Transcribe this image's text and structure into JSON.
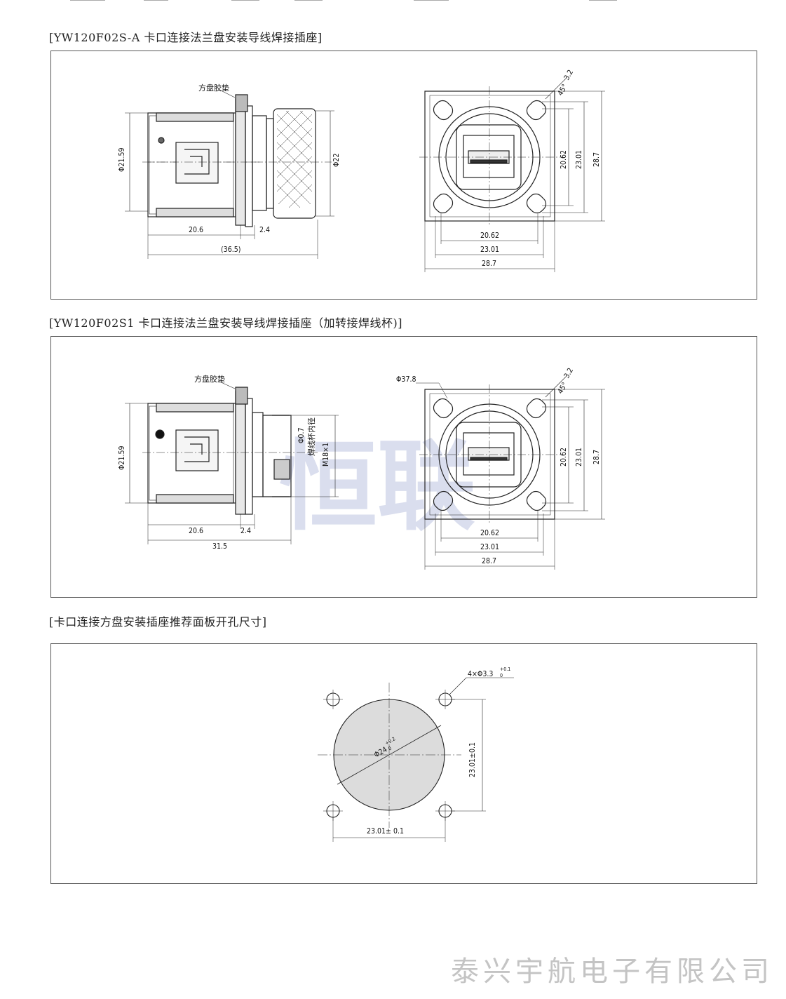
{
  "sections": [
    {
      "title": "[YW120F02S-A  卡口连接法兰盘安装导线焊接插座]"
    },
    {
      "title": "[YW120F02S1  卡口连接法兰盘安装导线焊接插座（加转接焊线杯)]"
    },
    {
      "title": "[卡口连接方盘安装插座推荐面板开孔尺寸]"
    }
  ],
  "drawing1": {
    "gasket_label": "方盘胶垫",
    "dia_left": "Φ21.59",
    "dia_right": "Φ22",
    "len_a": "20.6",
    "len_b": "2.4",
    "len_total": "(36.5)",
    "chamfer_a": "3.2",
    "chamfer_b": "45°",
    "front_h1": "20.62",
    "front_h2": "23.01",
    "front_h3": "28.7",
    "front_w1": "20.62",
    "front_w2": "23.01",
    "front_w3": "28.7"
  },
  "drawing2": {
    "gasket_label": "方盘胶垫",
    "dia_left": "Φ21.59",
    "cup_dia": "Φ0.7",
    "cup_label": "焊线杯内径",
    "thread": "M18×1",
    "len_a": "20.6",
    "len_b": "2.4",
    "len_total": "31.5",
    "flange_dia": "Φ37.8",
    "chamfer_a": "3.2",
    "chamfer_b": "45°",
    "front_h1": "20.62",
    "front_h2": "23.01",
    "front_h3": "28.7",
    "front_w1": "20.62",
    "front_w2": "23.01",
    "front_w3": "28.7",
    "watermark": "恒联"
  },
  "drawing3": {
    "holes_label": "4×Φ3.3",
    "holes_tol_up": "+0.1",
    "holes_tol_low": "0",
    "center_dia": "Φ24",
    "center_tol_up": "+0.2",
    "center_tol_low": "0",
    "dim_v": "23.01±0.1",
    "dim_h": "23.01± 0.1"
  },
  "footer": "泰兴宇航电子有限公司"
}
